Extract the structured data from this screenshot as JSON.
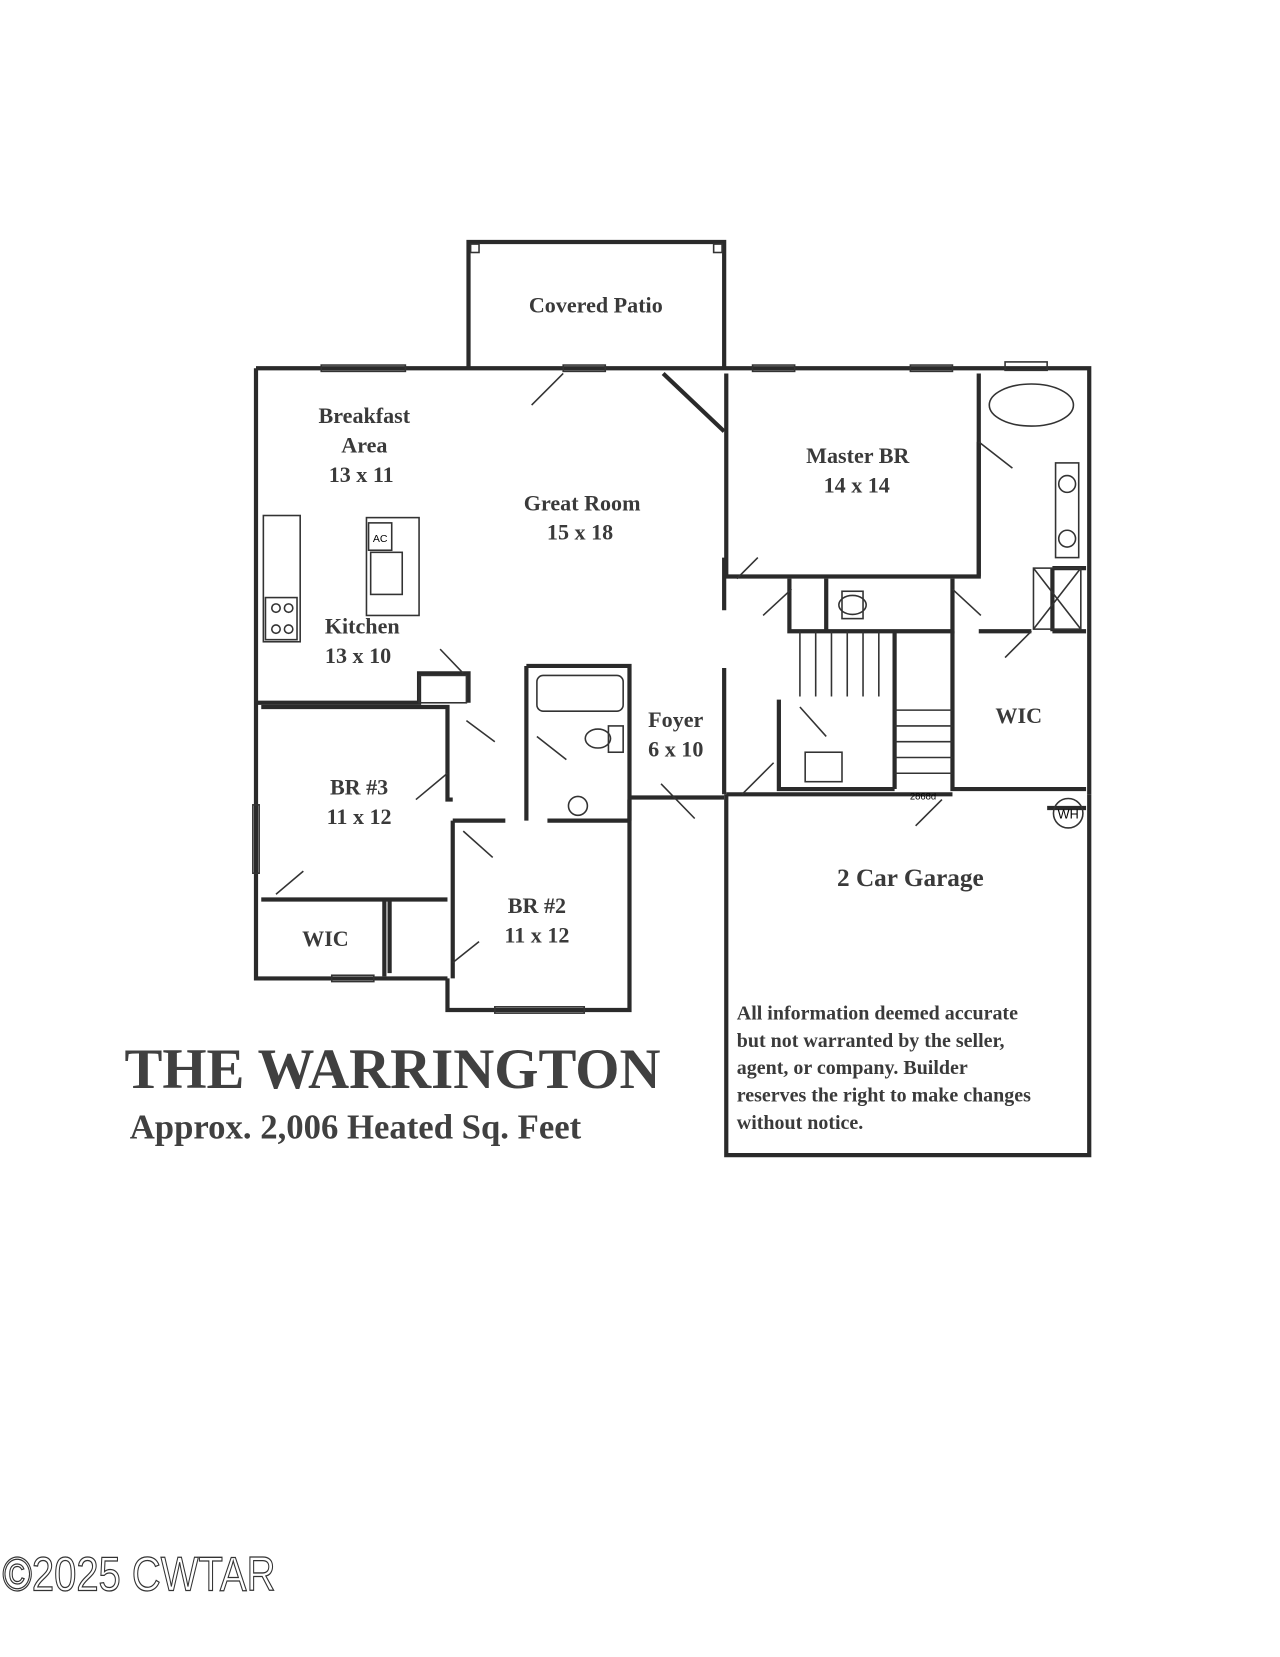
{
  "plan": {
    "rooms": {
      "covered_patio": "Covered Patio",
      "breakfast_name1": "Breakfast",
      "breakfast_name2": "Area",
      "breakfast_size": "13 x 11",
      "great_room": "Great Room",
      "great_room_size": "15 x 18",
      "master_br": "Master BR",
      "master_br_size": "14 x 14",
      "kitchen": "Kitchen",
      "kitchen_size": "13 x 10",
      "foyer": "Foyer",
      "foyer_size": "6 x 10",
      "wic_right": "WIC",
      "br3": "BR #3",
      "br3_size": "11 x 12",
      "br2": "BR #2",
      "br2_size": "11 x 12",
      "wic_left": "WIC",
      "garage": "2 Car Garage"
    },
    "fixtures": {
      "water_heater": "WH",
      "door_code": "2868d",
      "appliance": "AC"
    },
    "title": "THE WARRINGTON",
    "subtitle": "Approx. 2,006 Heated Sq. Feet",
    "disclaimer": [
      "All information deemed accurate",
      "but not warranted by the seller,",
      "agent, or company.  Builder",
      "reserves the right to make changes",
      "without notice."
    ]
  },
  "watermark": "©2025 CWTAR"
}
